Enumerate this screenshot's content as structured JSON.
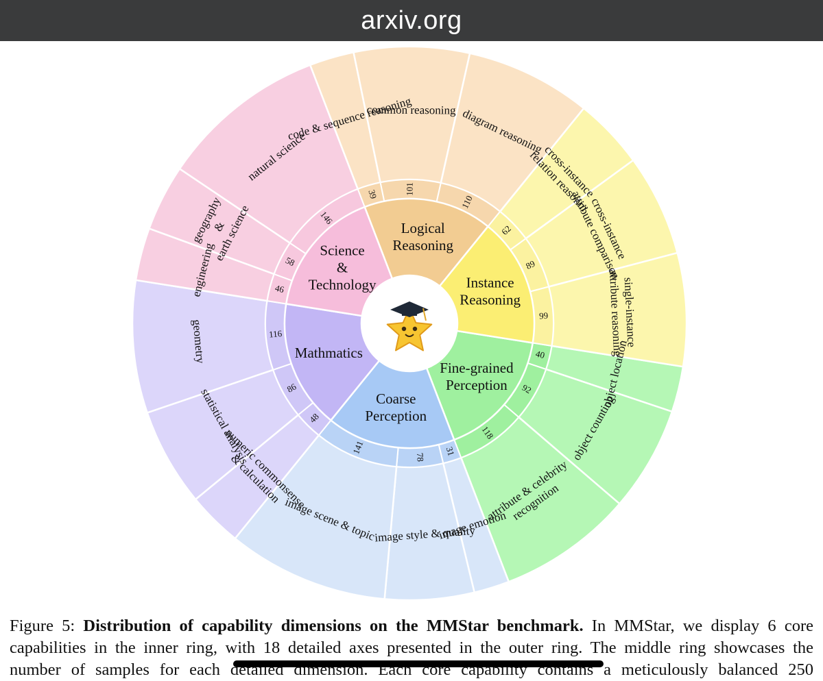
{
  "browser": {
    "url": "arxiv.org"
  },
  "chart_data": {
    "type": "sunburst",
    "center_icon": "graduation-star-mascot",
    "categories": [
      {
        "name": "Fine-grained\nPerception",
        "total": 250,
        "color": "#9ff09f",
        "ring_color": "#9ff09f",
        "outer_color": "#b5f7b5",
        "children": [
          {
            "name": "object location",
            "value": 40
          },
          {
            "name": "object counting",
            "value": 92
          },
          {
            "name": "attribute & celebrity\nrecognition",
            "value": 118
          }
        ]
      },
      {
        "name": "Coarse\nPerception",
        "total": 250,
        "color": "#a7c9f5",
        "ring_color": "#b9d3f6",
        "outer_color": "#d8e6f9",
        "children": [
          {
            "name": "image emotion",
            "value": 31
          },
          {
            "name": "image style & quality",
            "value": 78
          },
          {
            "name": "image scene & topic",
            "value": 141
          }
        ]
      },
      {
        "name": "Mathmatics",
        "total": 250,
        "color": "#c2b6f5",
        "ring_color": "#cfc7f7",
        "outer_color": "#dcd6fa",
        "children": [
          {
            "name": "numeric commonsense\n& calculation",
            "value": 48
          },
          {
            "name": "statistical analysis",
            "value": 86
          },
          {
            "name": "geometry",
            "value": 116
          }
        ]
      },
      {
        "name": "Science\n&\nTechnology",
        "total": 250,
        "color": "#f6bddb",
        "ring_color": "#f7c8de",
        "outer_color": "#f8cfe1",
        "children": [
          {
            "name": "engineering",
            "value": 46
          },
          {
            "name": "geography\n&\nearth science",
            "value": 58
          },
          {
            "name": "natural science",
            "value": 146
          }
        ]
      },
      {
        "name": "Logical\nReasoning",
        "total": 250,
        "color": "#f2cc92",
        "ring_color": "#f6d7ad",
        "outer_color": "#fbe3c5",
        "children": [
          {
            "name": "code & sequence reasoning",
            "value": 39
          },
          {
            "name": "common reasoning",
            "value": 101
          },
          {
            "name": "diagram reasoning",
            "value": 110
          }
        ]
      },
      {
        "name": "Instance\nReasoning",
        "total": 250,
        "color": "#fbee73",
        "ring_color": "#fbf2a0",
        "outer_color": "#fcf6ad",
        "children": [
          {
            "name": "cross-instance\nrelation reasonin",
            "value": 62
          },
          {
            "name": "cross-instance\nattribute comparison",
            "value": 89
          },
          {
            "name": "single-instance\nattribute reasoning",
            "value": 99
          }
        ]
      }
    ]
  },
  "caption": {
    "line1_prefix": "Figure 5: ",
    "line1_bold": "Distribution of capability dimensions on the MMStar benchmark.",
    "line1_suffix": " In MMStar, we display 6 core",
    "line2": "capabilities in the inner ring, with 18 detailed axes presented in the outer ring. The middle ring showcases the",
    "line3": "number of samples for each detailed dimension. Each core capability contains a meticulously balanced 250"
  }
}
